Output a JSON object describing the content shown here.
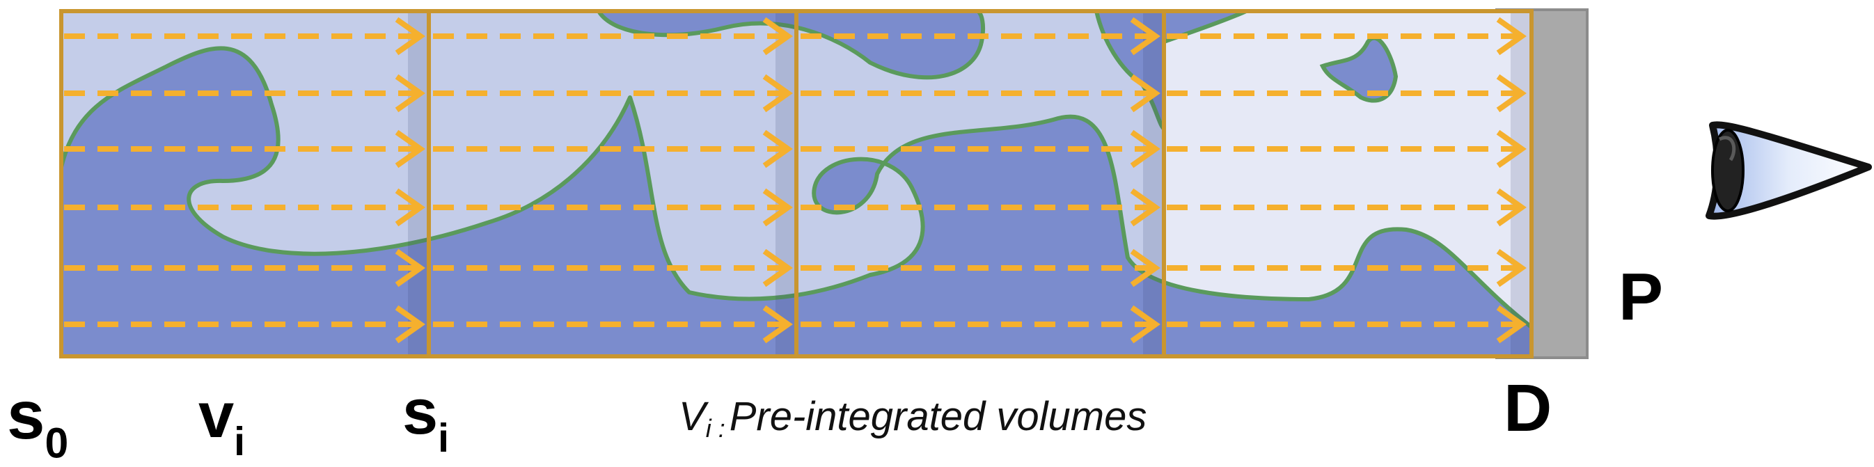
{
  "labels": {
    "s0": {
      "main": "s",
      "sub": "0"
    },
    "vi": {
      "main": "v",
      "sub": "i"
    },
    "si": {
      "main": "s",
      "sub": "i"
    },
    "d": "D",
    "p": "P"
  },
  "caption": {
    "var": "V",
    "sub": "i :",
    "text": "Pre-integrated volumes"
  },
  "colors": {
    "frame": "#c9962f",
    "arrow": "#f5b02e",
    "dark_region": "#7b8ccd",
    "light_region": "#c4cde9",
    "lightest_region": "#e6e9f6",
    "blob_outline": "#5a9a5c",
    "screen": "#a9a9a9",
    "eye_iris": "#222222",
    "eye_cone": "#c7d6f4"
  },
  "icons": {
    "viewer": "eye-icon",
    "ray": "arrow-right-icon"
  }
}
